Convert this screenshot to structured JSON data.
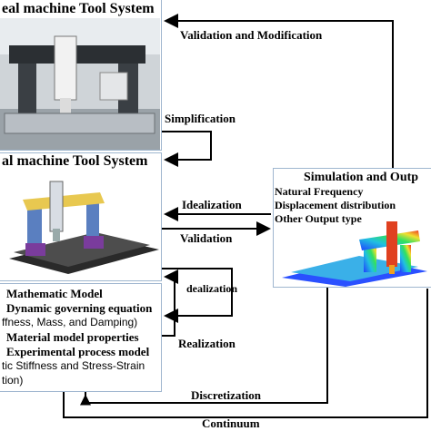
{
  "boxes": {
    "top_title": "eal machine Tool System",
    "mid_title": "al machine Tool System",
    "sim_title": "Simulation and Outp",
    "sim_lines": [
      "Natural Frequency",
      "Displacement distribution",
      "Other Output type"
    ]
  },
  "labels": {
    "validation_modification": "Validation and Modification",
    "simplification": "Simplification",
    "idealization_1": "Idealization",
    "validation": "Validation",
    "idealization_2": "dealization",
    "realization": "Realization",
    "discretization": "Discretization",
    "continuum": "Continuum"
  },
  "model_lines": [
    "Mathematic Model",
    "Dynamic governing equation",
    "ffness, Mass, and Damping)",
    "Material model properties",
    "Experimental process model",
    "tic Stiffness and Stress-Strain",
    "tion)"
  ],
  "colors": {
    "box_border": "#9fb6cf",
    "arrow": "#000000",
    "machine_blue": "#5a7fc0",
    "machine_yellow": "#e8c850",
    "machine_purple": "#7a3c9c"
  }
}
